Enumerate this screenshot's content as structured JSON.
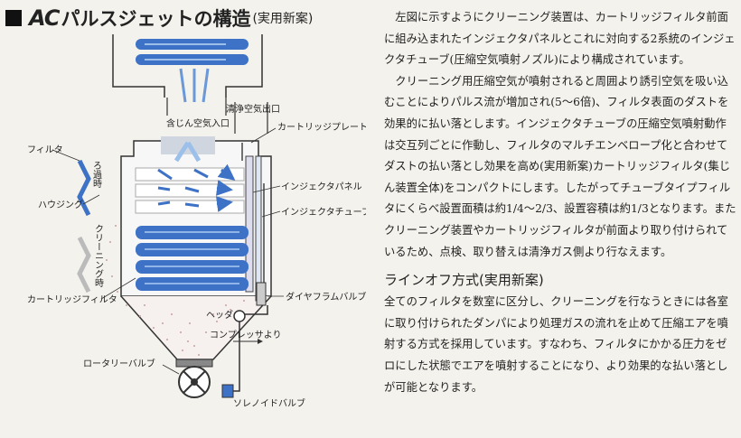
{
  "title": {
    "ac": "AC",
    "main": "パルスジェットの構造",
    "sub": "(実用新案)"
  },
  "labels": {
    "clean_outlet": "清浄空気出口",
    "dirty_inlet": "含じん空気入口",
    "cartridge_plate": "カートリッジプレート",
    "filter": "フィルタ",
    "filtering": "ろ過時",
    "housing": "ハウジング",
    "cleaning": "クリーニング時",
    "injector_panel": "インジェクタパネル",
    "injector_tube": "インジェクタチューブ",
    "cartridge_filter": "カートリッジフィルタ",
    "diaphragm_valve": "ダイヤフラムバルブ",
    "header": "ヘッダ",
    "rotary_valve": "ロータリーバルブ",
    "from_compressor": "コンプレッサより",
    "solenoid_valve": "ソレノイドバルブ"
  },
  "body": {
    "paragraphs": [
      "左図に示すようにクリーニング装置は、カートリッジフィルタ前面に組み込まれたインジェクタパネルとこれに対向する2系統のインジェクタチューブ(圧縮空気噴射ノズル)により構成されています。",
      "クリーニング用圧縮空気が噴射されると周囲より誘引空気を吸い込むことによりパルス流が増加され(5〜6倍)、フィルタ表面のダストを効果的に払い落とします。インジェクタチューブの圧縮空気噴射動作は交互列ごとに作動し、フィルタのマルチエンベロープ化と合わせてダストの払い落とし効果を高め(実用新案)カートリッジフィルタ(集じん装置全体)をコンパクトにします。したがってチューブタイプフィルタにくらべ設置面積は約1/4〜2/3、設置容積は約1/3となります。またクリーニング装置やカートリッジフィルタが前面より取り付けられているため、点検、取り替えは清浄ガス側より行なえます。"
    ],
    "heading": "ラインオフ方式(実用新案)",
    "paragraph3": "全てのフィルタを数室に区分し、クリーニングを行なうときには各室に取り付けられたダンパにより処理ガスの流れを止めて圧縮エアを噴射する方式を採用しています。すなわち、フィルタにかかる圧力をゼロにした状態でエアを噴射することになり、より効果的な払い落としが可能となります。"
  },
  "colors": {
    "blue": "#3d72c6",
    "light_blue": "#9cc0ea",
    "dust": "#c77",
    "line": "#333"
  }
}
